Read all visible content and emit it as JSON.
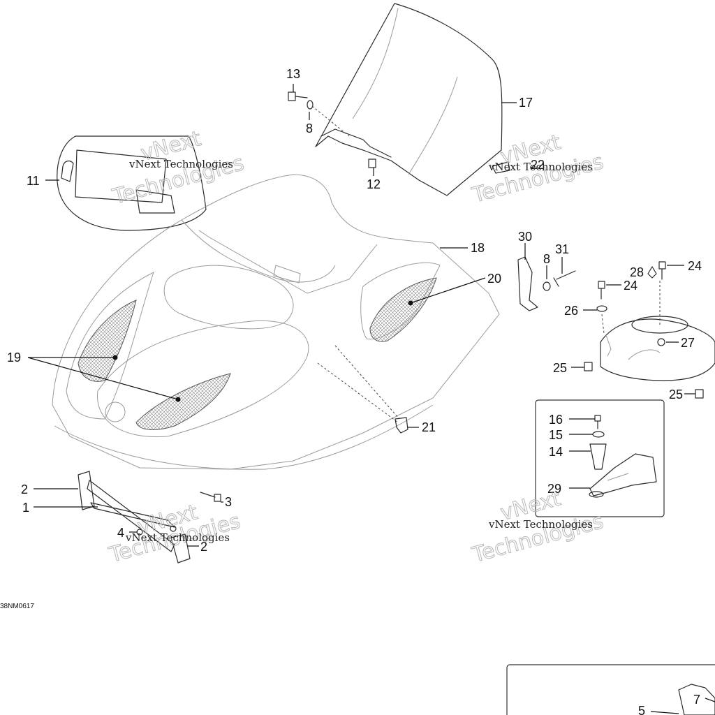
{
  "drawing_code": "38NM0617",
  "watermark": {
    "line1": "vNext Technologies",
    "line2": "vNext",
    "line3": "Technologies"
  },
  "callouts": {
    "c1": "1",
    "c2a": "2",
    "c2b": "2",
    "c3": "3",
    "c4": "4",
    "c5": "5",
    "c7": "7",
    "c8a": "8",
    "c8b": "8",
    "c11": "11",
    "c12": "12",
    "c13": "13",
    "c14": "14",
    "c15": "15",
    "c16": "16",
    "c17": "17",
    "c18": "18",
    "c19": "19",
    "c20": "20",
    "c21": "21",
    "c22": "22",
    "c24a": "24",
    "c24b": "24",
    "c25a": "25",
    "c25b": "25",
    "c26": "26",
    "c27": "27",
    "c28": "28",
    "c29": "29",
    "c30": "30",
    "c31": "31"
  }
}
